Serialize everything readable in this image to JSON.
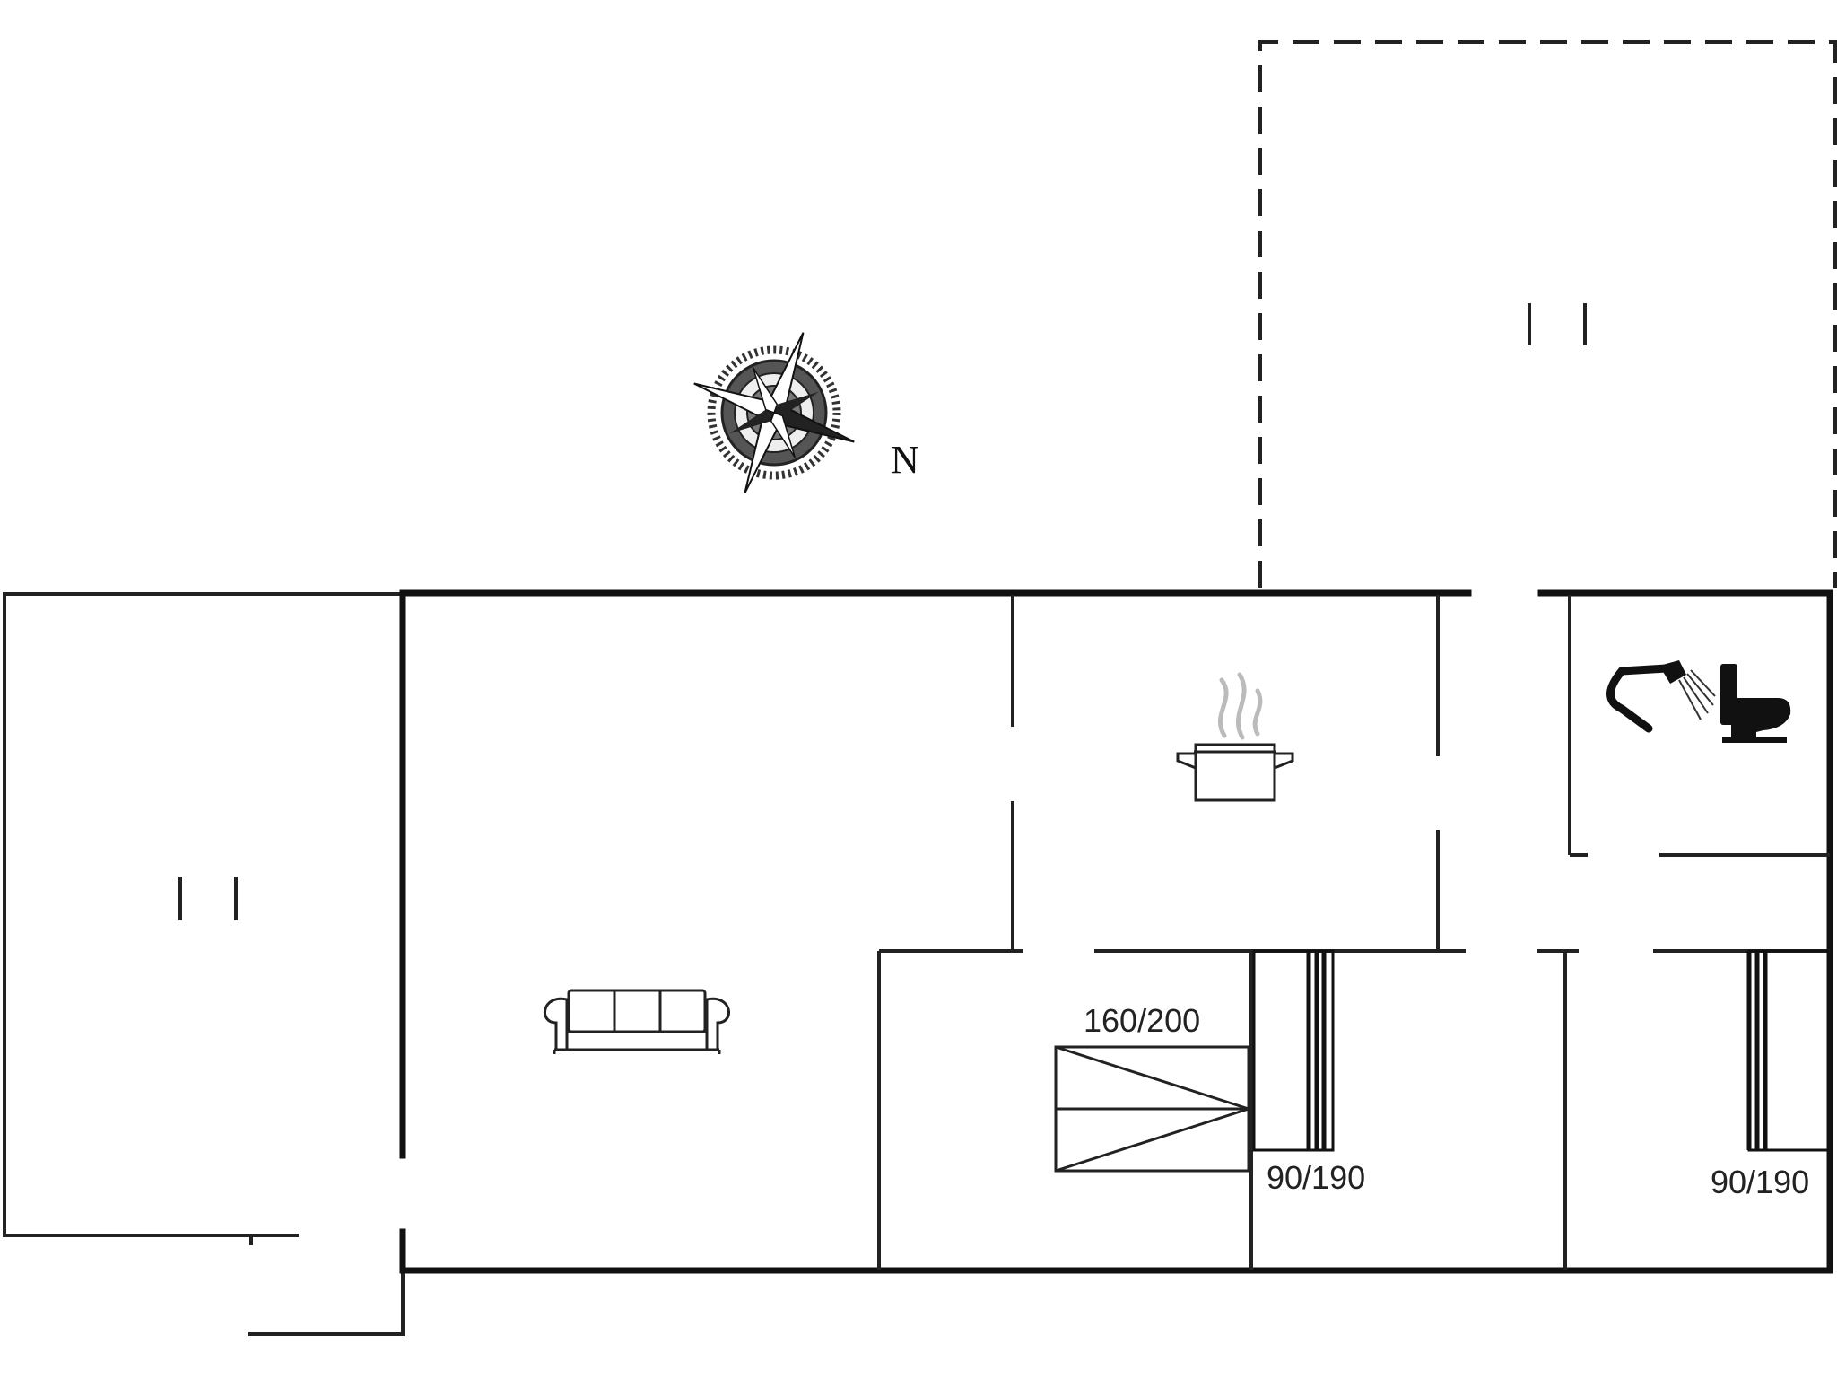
{
  "compass": {
    "north_label": "N"
  },
  "bed_labels": {
    "double": "160/200",
    "single_1": "90/190",
    "single_2": "90/190"
  },
  "icons": [
    "compass-rose-icon",
    "sofa-icon",
    "cooking-pot-icon",
    "shower-icon",
    "toilet-icon",
    "double-bed-icon",
    "single-bed-icon"
  ]
}
